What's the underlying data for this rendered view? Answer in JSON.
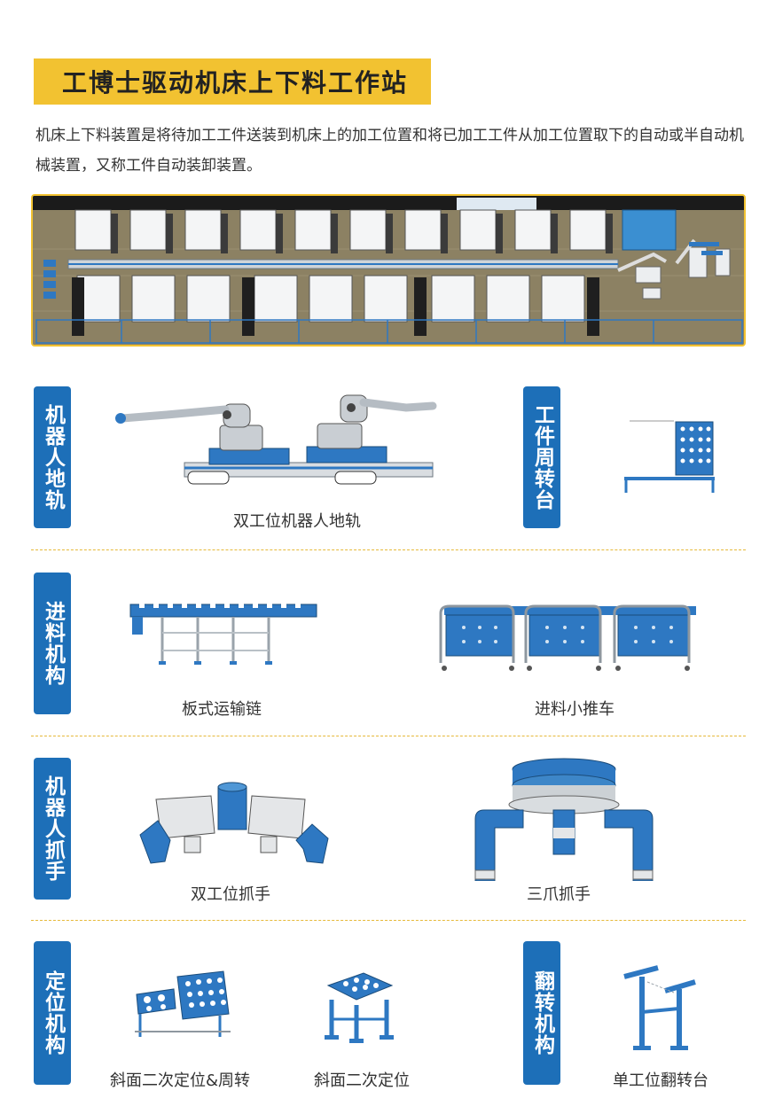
{
  "title": "工博士驱动机床上下料工作站",
  "intro": "机床上下料装置是将待加工工件送装到机床上的加工位置和将已加工工件从加工位置取下的自动或半自动机械装置，又称工件自动装卸装置。",
  "sections": {
    "robot_rail": {
      "tab": "机器人地轨",
      "caption": "双工位机器人地轨"
    },
    "workpiece_turntable": {
      "tab": "工件周转台"
    },
    "feeding": {
      "tab": "进料机构",
      "caption_1": "板式运输链",
      "caption_2": "进料小推车"
    },
    "gripper": {
      "tab": "机器人抓手",
      "caption_1": "双工位抓手",
      "caption_2": "三爪抓手"
    },
    "positioning": {
      "tab": "定位机构",
      "caption_1": "斜面二次定位&周转",
      "caption_2": "斜面二次定位"
    },
    "flipping": {
      "tab": "翻转机构",
      "caption": "单工位翻转台"
    }
  },
  "colors": {
    "accent": "#f2c231",
    "tab_blue": "#1d6fb8",
    "machine_blue": "#2e78c2"
  }
}
